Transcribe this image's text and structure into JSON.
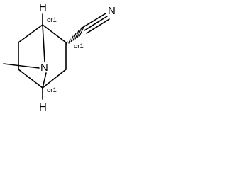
{
  "molecule": {
    "atoms": {
      "top_h": "H",
      "bottom_h": "H",
      "nitrogen": "N",
      "nitrile_n": "N"
    },
    "stereo_labels": {
      "c1": "or1",
      "c2": "or1",
      "c4": "or1"
    }
  }
}
